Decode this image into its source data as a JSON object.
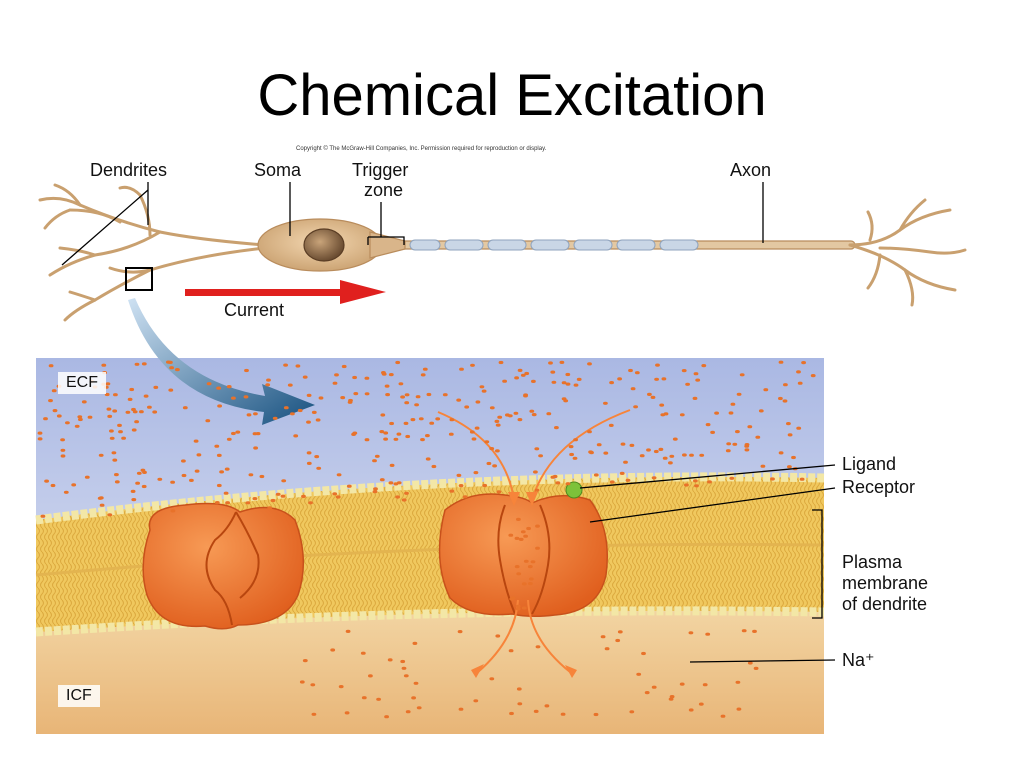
{
  "title": "Chemical Excitation",
  "copyright": "Copyright © The McGraw-Hill Companies, Inc. Permission required for reproduction or display.",
  "neuron_labels": {
    "dendrites": "Dendrites",
    "soma": "Soma",
    "trigger_zone_line1": "Trigger",
    "trigger_zone_line2": "zone",
    "axon": "Axon",
    "current": "Current"
  },
  "membrane_labels": {
    "ecf": "ECF",
    "icf": "ICF",
    "ligand": "Ligand",
    "receptor": "Receptor",
    "plasma_line1": "Plasma",
    "plasma_line2": "membrane",
    "plasma_line3": "of dendrite",
    "na": "Na⁺"
  },
  "colors": {
    "ecf_fill": "#aebde6",
    "icf_fill": "#f0c98e",
    "lipid_band": "#f0c85e",
    "lipid_head": "#f3e7a6",
    "protein": "#f07a30",
    "ion": "#e8722a",
    "ligand": "#7cc23a",
    "current_arrow": "#e0201e",
    "neuron": "#d8b487",
    "blue_arrow": "#1f5a8f"
  }
}
